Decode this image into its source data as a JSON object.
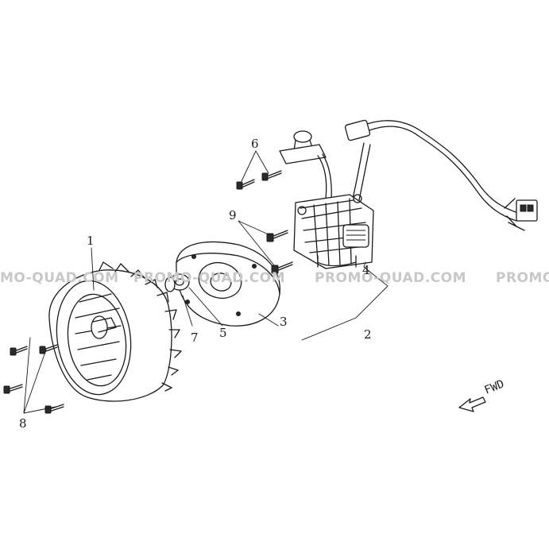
{
  "colors": {
    "line": "#1a1a1a",
    "watermark": "#c8c8c8",
    "background": "#ffffff"
  },
  "watermarks": [
    "MO-QUAD.COM",
    "PROMO-QUAD.COM",
    "PROMO-QUAD.COM",
    "PROMO"
  ],
  "callouts": [
    "1",
    "2",
    "3",
    "4",
    "5",
    "6",
    "7",
    "8",
    "9"
  ],
  "direction_label": "FWD",
  "icons": [
    "direction-arrow-icon"
  ]
}
